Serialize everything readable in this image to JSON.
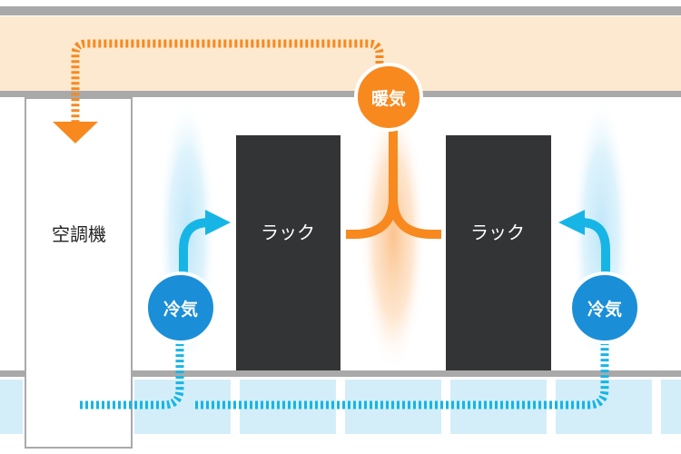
{
  "labels": {
    "ac_unit": "空調機",
    "rack_left": "ラック",
    "rack_right": "ラック",
    "warm_air": "暖気",
    "cold_air_left": "冷気",
    "cold_air_right": "冷気"
  },
  "colors": {
    "warm": "#f7891f",
    "warm_zone": "#fde9cf",
    "cold": "#17b5e6",
    "cold_badge": "#1a8fd8",
    "cold_zone": "#d4eef9",
    "rack": "#333435",
    "rail": "#a9a9a9"
  }
}
